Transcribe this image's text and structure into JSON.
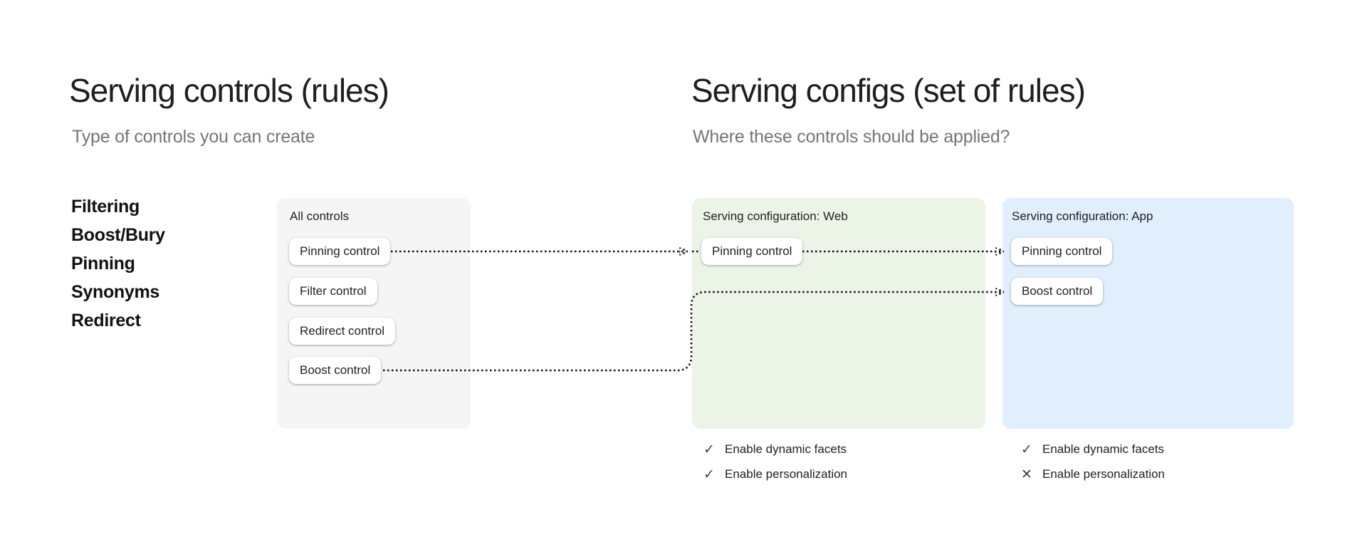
{
  "left": {
    "title": "Serving controls (rules)",
    "subtitle": "Type of controls you can create",
    "control_types": [
      "Filtering",
      "Boost/Bury",
      "Pinning",
      "Synonyms",
      "Redirect"
    ],
    "all_controls": {
      "label": "All controls",
      "buttons": [
        "Pinning control",
        "Filter control",
        "Redirect control",
        "Boost control"
      ]
    }
  },
  "right": {
    "title": "Serving configs (set of rules)",
    "subtitle": "Where these controls should be applied?",
    "configs": [
      {
        "label": "Serving configuration: Web",
        "buttons": [
          "Pinning control"
        ],
        "features": [
          {
            "name": "Enable dynamic facets",
            "glyph": "✓",
            "state": "enabled"
          },
          {
            "name": "Enable personalization",
            "glyph": "✓",
            "state": "enabled"
          }
        ]
      },
      {
        "label": "Serving configuration: App",
        "buttons": [
          "Pinning control",
          "Boost control"
        ],
        "features": [
          {
            "name": "Enable dynamic facets",
            "glyph": "✓",
            "state": "enabled"
          },
          {
            "name": "Enable personalization",
            "glyph": "✕",
            "state": "disabled"
          }
        ]
      }
    ]
  },
  "colors": {
    "all_controls_card": "#f5f5f5",
    "web_config_card": "#ecf4e7",
    "app_config_card": "#e1eefc",
    "title_text": "#1f1f1f",
    "subtitle_text": "#757575",
    "body_text": "#202124",
    "icon_gray": "#3c4043",
    "arrow": "#111111"
  }
}
